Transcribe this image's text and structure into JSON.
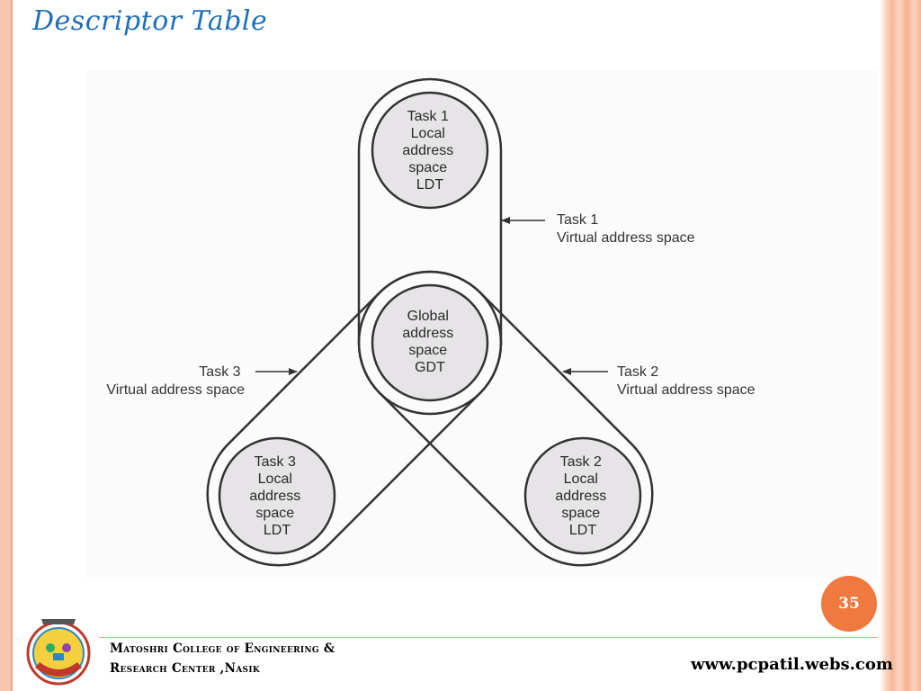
{
  "slide": {
    "title": "Descriptor Table",
    "page_number": "35",
    "website": "www.pcpatil.webs.com"
  },
  "college": {
    "line1": "Matoshri College of Engineering  &",
    "line2": "Research Center ,Nasik"
  },
  "diagram": {
    "task1_circle": [
      "Task 1",
      "Local",
      "address",
      "space",
      "LDT"
    ],
    "global_circle": [
      "Global",
      "address",
      "space",
      "GDT"
    ],
    "task3_circle": [
      "Task 3",
      "Local",
      "address",
      "space",
      "LDT"
    ],
    "task2_circle": [
      "Task 2",
      "Local",
      "address",
      "space",
      "LDT"
    ],
    "task1_label": [
      "Task 1",
      "Virtual address space"
    ],
    "task2_label": [
      "Task 2",
      "Virtual address space"
    ],
    "task3_label": [
      "Task 3",
      "Virtual address space"
    ]
  },
  "colors": {
    "title": "#1f6fb8",
    "accent": "#f0793f",
    "border": "#f6b798"
  }
}
